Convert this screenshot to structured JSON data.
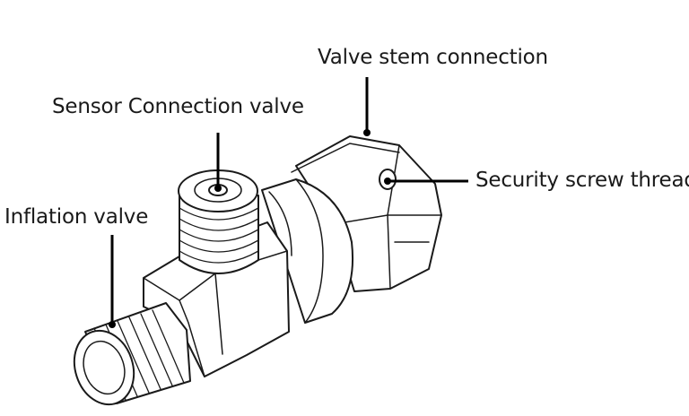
{
  "labels": {
    "valve_stem_connection": "Valve stem connection",
    "sensor_connection_valve": "Sensor Connection valve",
    "security_screw_thread": "Security screw thread",
    "inflation_valve": "Inflation valve"
  },
  "colors": {
    "line": "#1a1a1a",
    "background": "#ffffff"
  }
}
